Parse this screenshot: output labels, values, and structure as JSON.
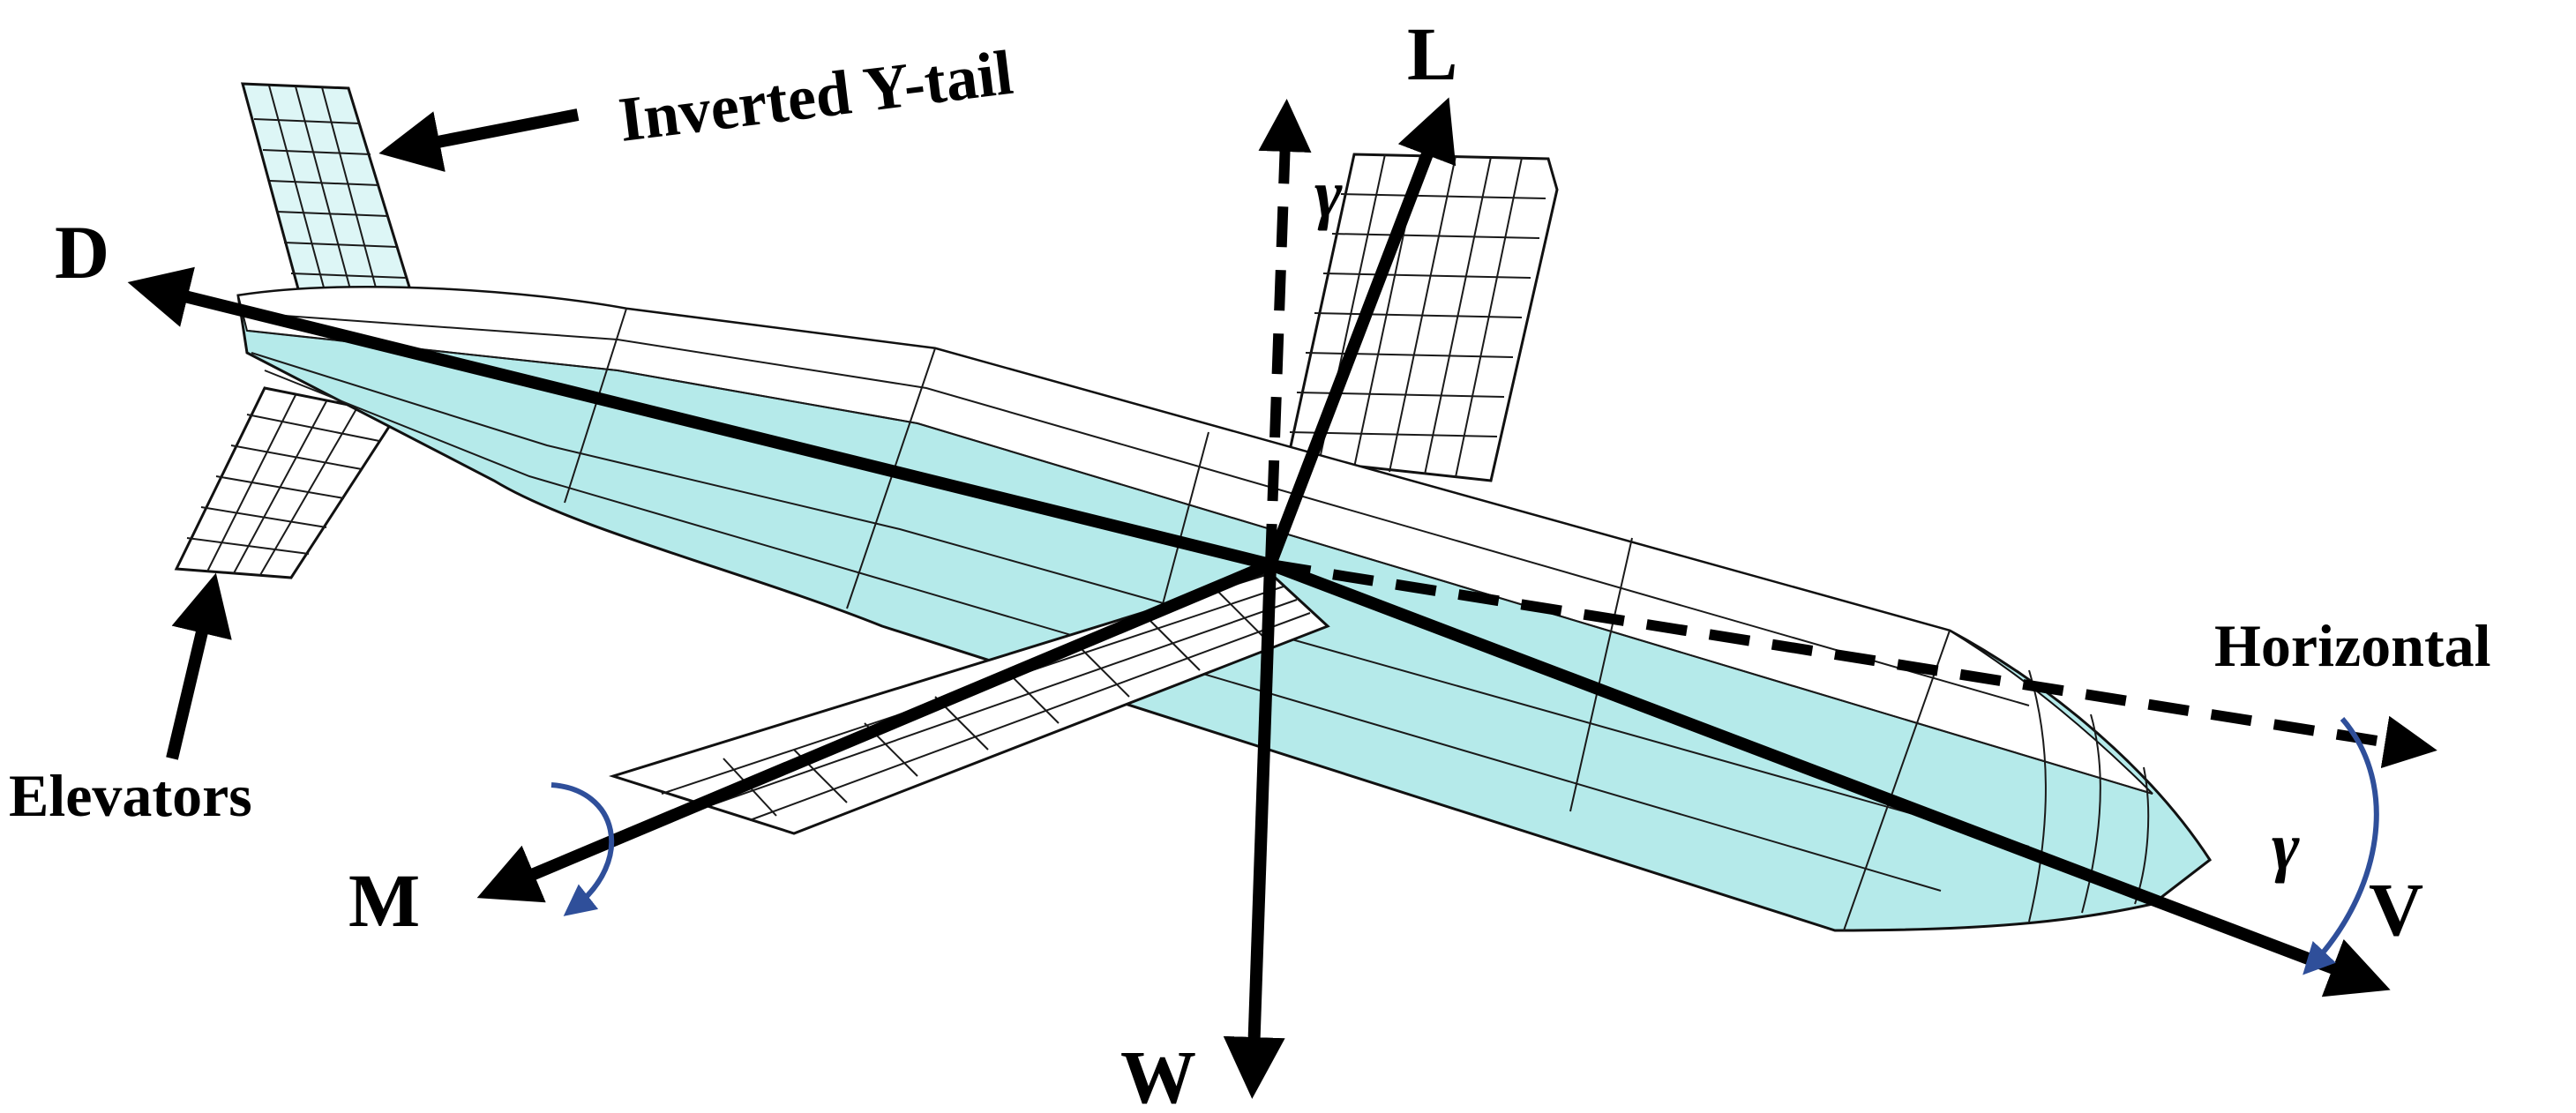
{
  "labels": {
    "tail": "Inverted Y-tail",
    "elevators": "Elevators",
    "horizontal": "Horizontal",
    "drag": "D",
    "lift": "L",
    "weight": "W",
    "moment": "M",
    "velocity": "V",
    "gamma_top": "γ",
    "gamma_bottom": "γ"
  },
  "colors": {
    "body_fill": "#b5eaea",
    "body_shadow": "#9fdcdc",
    "panel_fill": "#ffffff",
    "axis": "#000000",
    "angle_arc": "#2f4f9a"
  }
}
